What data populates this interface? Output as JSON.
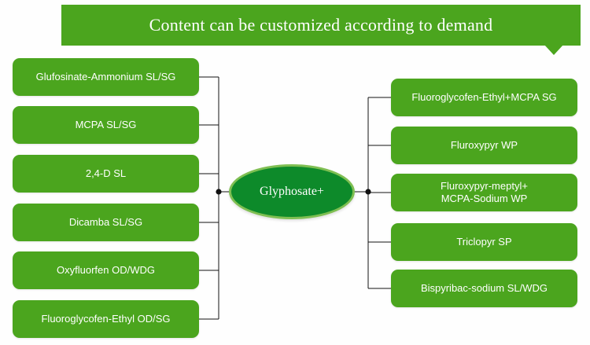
{
  "banner": {
    "title": "Content can be customized according to demand",
    "color": "#4ba51e",
    "notch_icon": "triangle-down-icon"
  },
  "center": {
    "label": "Glyphosate+",
    "fill_color": "#0d8a2a",
    "stroke_color": "#7fbf52"
  },
  "colors": {
    "box_green": "#4ba51e",
    "center_green": "#0d8a2a",
    "center_outline": "#7fbf52",
    "connector": "#111111",
    "text": "#ffffff",
    "background": "#fefefe"
  },
  "left_branch": {
    "items": [
      {
        "label": "Glufosinate-Ammonium SL/SG"
      },
      {
        "label": "MCPA SL/SG"
      },
      {
        "label": "2,4-D SL"
      },
      {
        "label": "Dicamba SL/SG"
      },
      {
        "label": "Oxyfluorfen OD/WDG"
      },
      {
        "label": "Fluoroglycofen-Ethyl OD/SG"
      }
    ]
  },
  "right_branch": {
    "items": [
      {
        "label": "Fluoroglycofen-Ethyl+MCPA SG"
      },
      {
        "label": "Fluroxypyr WP"
      },
      {
        "label": "Fluroxypyr-meptyl+\nMCPA-Sodium WP"
      },
      {
        "label": "Triclopyr SP"
      },
      {
        "label": "Bispyribac-sodium SL/WDG"
      }
    ]
  }
}
